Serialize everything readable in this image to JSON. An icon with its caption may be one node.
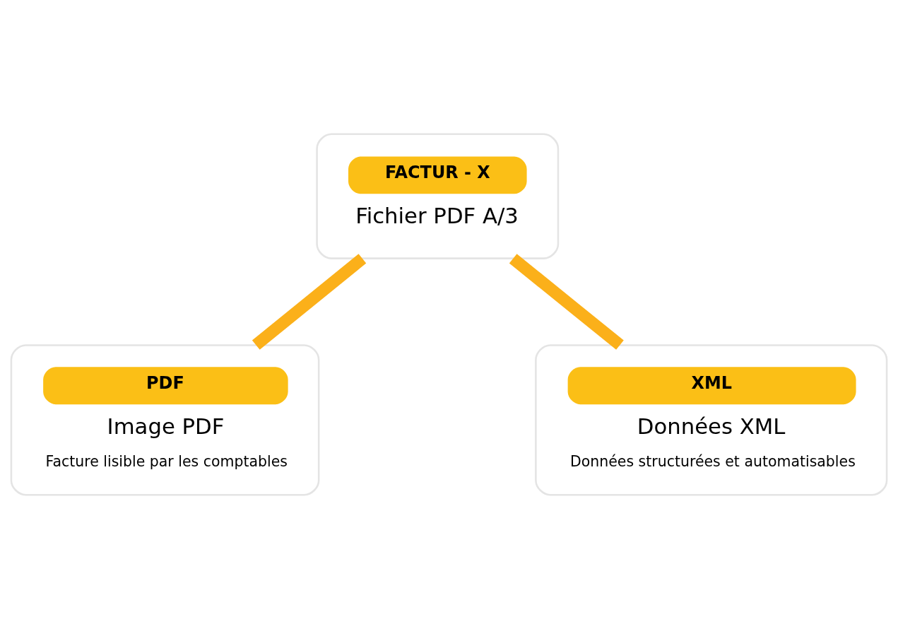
{
  "diagram": {
    "nodes": [
      {
        "text": [
          "FACTUR - X",
          "Fichier PDF A/3"
        ]
      },
      {
        "text": [
          "PDF",
          "Image PDF",
          "Facture lisible par les comptables"
        ]
      },
      {
        "text": [
          "XML",
          "Données XML",
          "Données structurées et automatisables"
        ]
      }
    ],
    "edges": [
      {
        "from": 0,
        "to": 1,
        "arrow": "none"
      },
      {
        "from": 0,
        "to": 2,
        "arrow": "none"
      }
    ]
  }
}
